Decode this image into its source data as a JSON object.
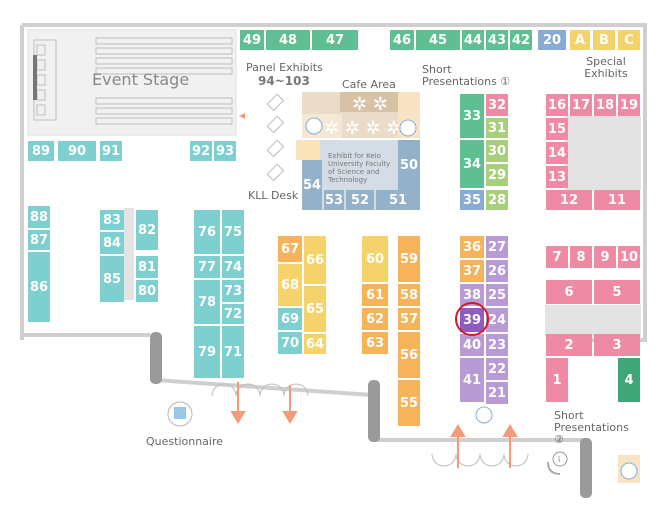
{
  "colors": {
    "teal": "#7ecfcf",
    "green": "#5fbf92",
    "lightgreen": "#a8cf7c",
    "pink": "#ee8aa4",
    "orange": "#f6b35a",
    "yellow": "#f6d36a",
    "purple": "#b89ad4",
    "blue": "#8aaad6",
    "steel": "#93b1c9",
    "darkgreen": "#3fa777",
    "highlight": "#d11a2a"
  },
  "labels": {
    "event_stage": "Event Stage",
    "panel_exhibits": "Panel Exhibits",
    "panel_range": "94~103",
    "cafe_area": "Cafe Area",
    "short_presentations_1": "Short Presentations ①",
    "short_presentations_2": "Short Presentations ②",
    "special_exhibits": "Special Exhibits",
    "kll_desk": "KLL Desk",
    "keio_exhibit": "Exhibit for Keio University Faculty of Science and Technology",
    "questionnaire": "Questionnaire"
  },
  "booths": [
    {
      "num": "49",
      "color": "green"
    },
    {
      "num": "48",
      "color": "green"
    },
    {
      "num": "47",
      "color": "green"
    },
    {
      "num": "46",
      "color": "green"
    },
    {
      "num": "45",
      "color": "green"
    },
    {
      "num": "44",
      "color": "green"
    },
    {
      "num": "43",
      "color": "green"
    },
    {
      "num": "42",
      "color": "green"
    },
    {
      "num": "20",
      "color": "blue"
    },
    {
      "num": "A",
      "color": "yellow"
    },
    {
      "num": "B",
      "color": "yellow"
    },
    {
      "num": "C",
      "color": "yellow"
    },
    {
      "num": "89",
      "color": "teal"
    },
    {
      "num": "90",
      "color": "teal"
    },
    {
      "num": "91",
      "color": "teal"
    },
    {
      "num": "92",
      "color": "teal"
    },
    {
      "num": "93",
      "color": "teal"
    },
    {
      "num": "33",
      "color": "green"
    },
    {
      "num": "34",
      "color": "green"
    },
    {
      "num": "35",
      "color": "blue"
    },
    {
      "num": "32",
      "color": "pink"
    },
    {
      "num": "31",
      "color": "lightgreen"
    },
    {
      "num": "30",
      "color": "lightgreen"
    },
    {
      "num": "29",
      "color": "lightgreen"
    },
    {
      "num": "28",
      "color": "lightgreen"
    },
    {
      "num": "16",
      "color": "pink"
    },
    {
      "num": "17",
      "color": "pink"
    },
    {
      "num": "18",
      "color": "pink"
    },
    {
      "num": "19",
      "color": "pink"
    },
    {
      "num": "15",
      "color": "pink"
    },
    {
      "num": "14",
      "color": "pink"
    },
    {
      "num": "13",
      "color": "pink"
    },
    {
      "num": "12",
      "color": "pink"
    },
    {
      "num": "11",
      "color": "pink"
    },
    {
      "num": "54",
      "color": "steel"
    },
    {
      "num": "53",
      "color": "steel"
    },
    {
      "num": "52",
      "color": "steel"
    },
    {
      "num": "51",
      "color": "steel"
    },
    {
      "num": "50",
      "color": "steel"
    },
    {
      "num": "88",
      "color": "teal"
    },
    {
      "num": "87",
      "color": "teal"
    },
    {
      "num": "86",
      "color": "teal"
    },
    {
      "num": "83",
      "color": "teal"
    },
    {
      "num": "84",
      "color": "teal"
    },
    {
      "num": "85",
      "color": "teal"
    },
    {
      "num": "82",
      "color": "teal"
    },
    {
      "num": "81",
      "color": "teal"
    },
    {
      "num": "80",
      "color": "teal"
    },
    {
      "num": "76",
      "color": "teal"
    },
    {
      "num": "75",
      "color": "teal"
    },
    {
      "num": "77",
      "color": "teal"
    },
    {
      "num": "74",
      "color": "teal"
    },
    {
      "num": "78",
      "color": "teal"
    },
    {
      "num": "73",
      "color": "teal"
    },
    {
      "num": "72",
      "color": "teal"
    },
    {
      "num": "79",
      "color": "teal"
    },
    {
      "num": "71",
      "color": "teal"
    },
    {
      "num": "67",
      "color": "orange"
    },
    {
      "num": "66",
      "color": "yellow"
    },
    {
      "num": "68",
      "color": "yellow"
    },
    {
      "num": "65",
      "color": "yellow"
    },
    {
      "num": "69",
      "color": "teal"
    },
    {
      "num": "70",
      "color": "teal"
    },
    {
      "num": "64",
      "color": "yellow"
    },
    {
      "num": "60",
      "color": "yellow"
    },
    {
      "num": "61",
      "color": "orange"
    },
    {
      "num": "62",
      "color": "orange"
    },
    {
      "num": "63",
      "color": "orange"
    },
    {
      "num": "59",
      "color": "orange"
    },
    {
      "num": "58",
      "color": "orange"
    },
    {
      "num": "57",
      "color": "orange"
    },
    {
      "num": "56",
      "color": "orange"
    },
    {
      "num": "55",
      "color": "orange"
    },
    {
      "num": "36",
      "color": "orange"
    },
    {
      "num": "37",
      "color": "orange"
    },
    {
      "num": "38",
      "color": "purple"
    },
    {
      "num": "39",
      "color": "purple"
    },
    {
      "num": "40",
      "color": "purple"
    },
    {
      "num": "41",
      "color": "purple"
    },
    {
      "num": "27",
      "color": "purple"
    },
    {
      "num": "26",
      "color": "purple"
    },
    {
      "num": "25",
      "color": "purple"
    },
    {
      "num": "24",
      "color": "purple"
    },
    {
      "num": "23",
      "color": "purple"
    },
    {
      "num": "22",
      "color": "purple"
    },
    {
      "num": "21",
      "color": "purple"
    },
    {
      "num": "7",
      "color": "pink"
    },
    {
      "num": "8",
      "color": "pink"
    },
    {
      "num": "9",
      "color": "pink"
    },
    {
      "num": "10",
      "color": "pink"
    },
    {
      "num": "6",
      "color": "pink"
    },
    {
      "num": "5",
      "color": "pink"
    },
    {
      "num": "2",
      "color": "pink"
    },
    {
      "num": "3",
      "color": "pink"
    },
    {
      "num": "1",
      "color": "pink"
    },
    {
      "num": "4",
      "color": "darkgreen"
    }
  ],
  "highlighted_booth": "39"
}
